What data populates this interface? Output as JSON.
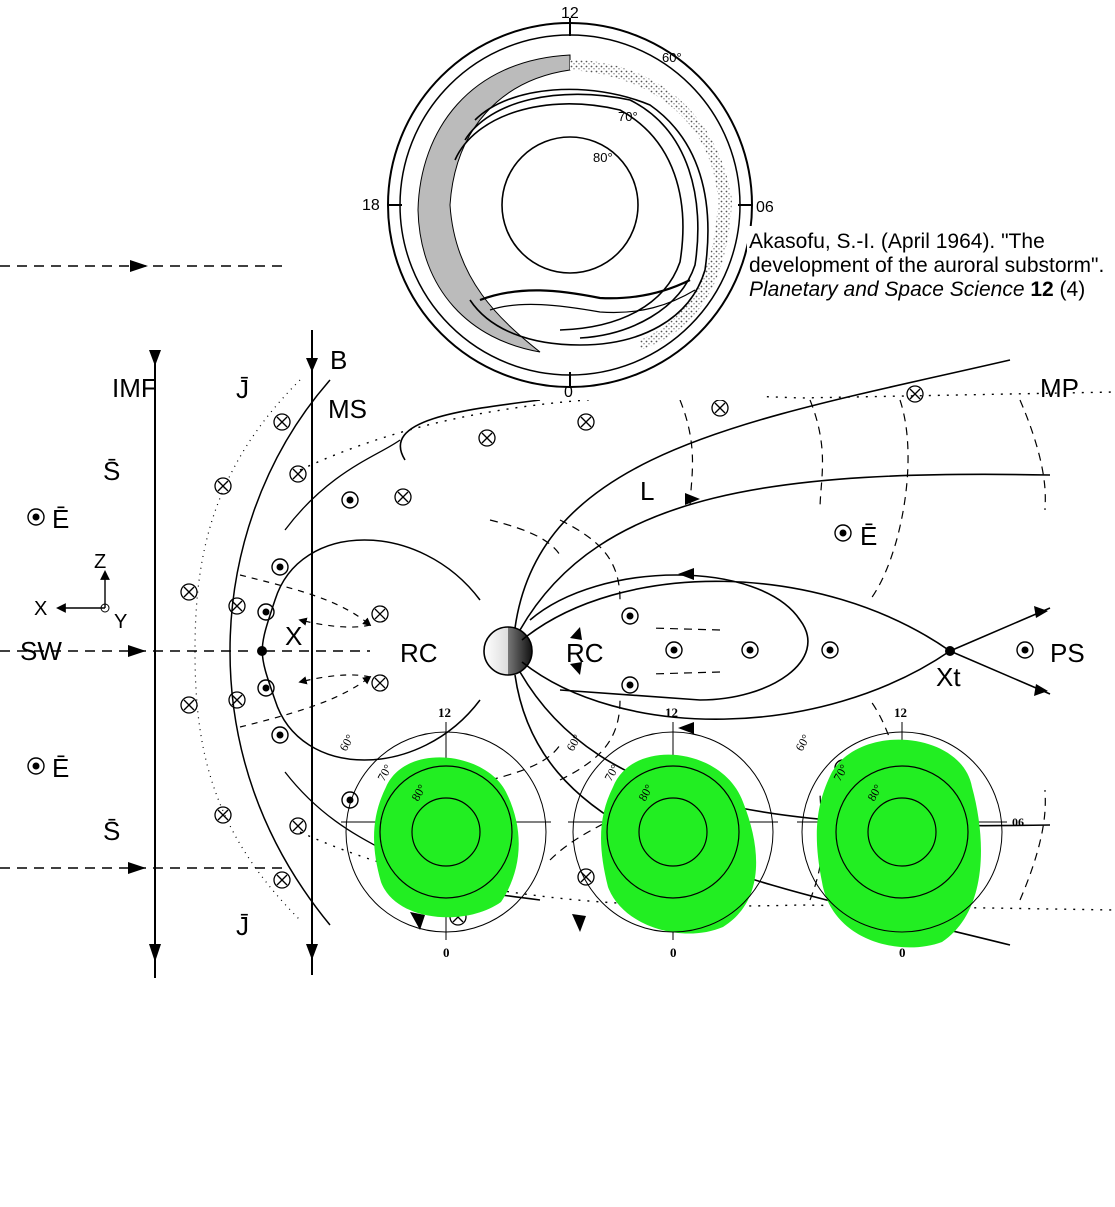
{
  "top_dial": {
    "hours": {
      "top": "12",
      "left": "18",
      "right": "06",
      "bottom": "0"
    },
    "latitudes": [
      "60°",
      "70°",
      "80°"
    ]
  },
  "citation": {
    "prefix": "Akasofu, S.-I. (April 1964). \"The development of the auroral substorm\". ",
    "journal": "Planetary and Space Science",
    "volume": "12",
    "issue": " (4)"
  },
  "magnetosphere": {
    "labels": {
      "imf": "IMF",
      "b": "B",
      "j": "J̄",
      "ms": "MS",
      "mp": "MP",
      "s": "S̄",
      "e": "Ē",
      "z": "Z",
      "x_axis": "X",
      "y_axis": "Y",
      "x_line": "X",
      "rc": "RC",
      "sw": "SW",
      "l": "L",
      "xt": "Xt",
      "ps": "PS"
    }
  },
  "polar_panels": {
    "hours": {
      "top": "12",
      "right": "06",
      "bottom": "0"
    },
    "latitudes": [
      "60°",
      "70°",
      "80°"
    ],
    "fill_color": "#22ee22"
  }
}
